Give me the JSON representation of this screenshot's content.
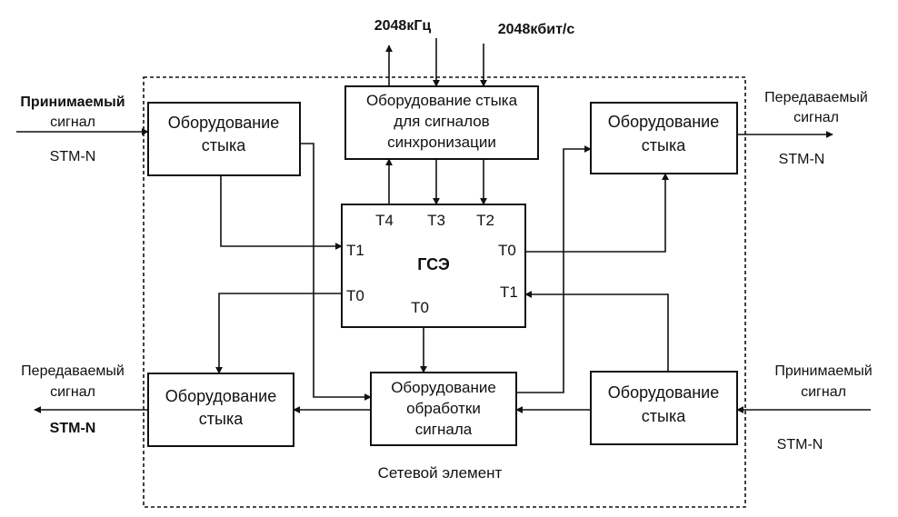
{
  "ext": {
    "freq_out": "2048кГц",
    "bitrate_in": "2048кбит/с",
    "rx_left_1": "Принимаемый",
    "rx_left_2": "сигнал",
    "rx_left_3": "STM-N",
    "tx_right_1": "Передаваемый",
    "tx_right_2": "сигнал",
    "tx_right_3": "STM-N",
    "tx_left_1": "Передаваемый",
    "tx_left_2": "сигнал",
    "tx_left_3": "STM-N",
    "rx_right_1": "Принимаемый",
    "rx_right_2": "сигнал",
    "rx_right_3": "STM-N"
  },
  "blocks": {
    "iface_tl_1": "Оборудование",
    "iface_tl_2": "стыка",
    "sync_1": "Оборудование стыка",
    "sync_2": "для сигналов",
    "sync_3": "синхронизации",
    "iface_tr_1": "Оборудование",
    "iface_tr_2": "стыка",
    "iface_bl_1": "Оборудование",
    "iface_bl_2": "стыка",
    "proc_1": "Оборудование",
    "proc_2": "обработки",
    "proc_3": "сигнала",
    "iface_br_1": "Оборудование",
    "iface_br_2": "стыка"
  },
  "gse": {
    "title": "ГСЭ",
    "t4": "T4",
    "t3": "T3",
    "t2": "T2",
    "t1_left": "T1",
    "t0_right": "T0",
    "t1_right": "T1",
    "t0_left": "T0",
    "t0_bottom": "T0"
  },
  "element_label": "Сетевой элемент"
}
